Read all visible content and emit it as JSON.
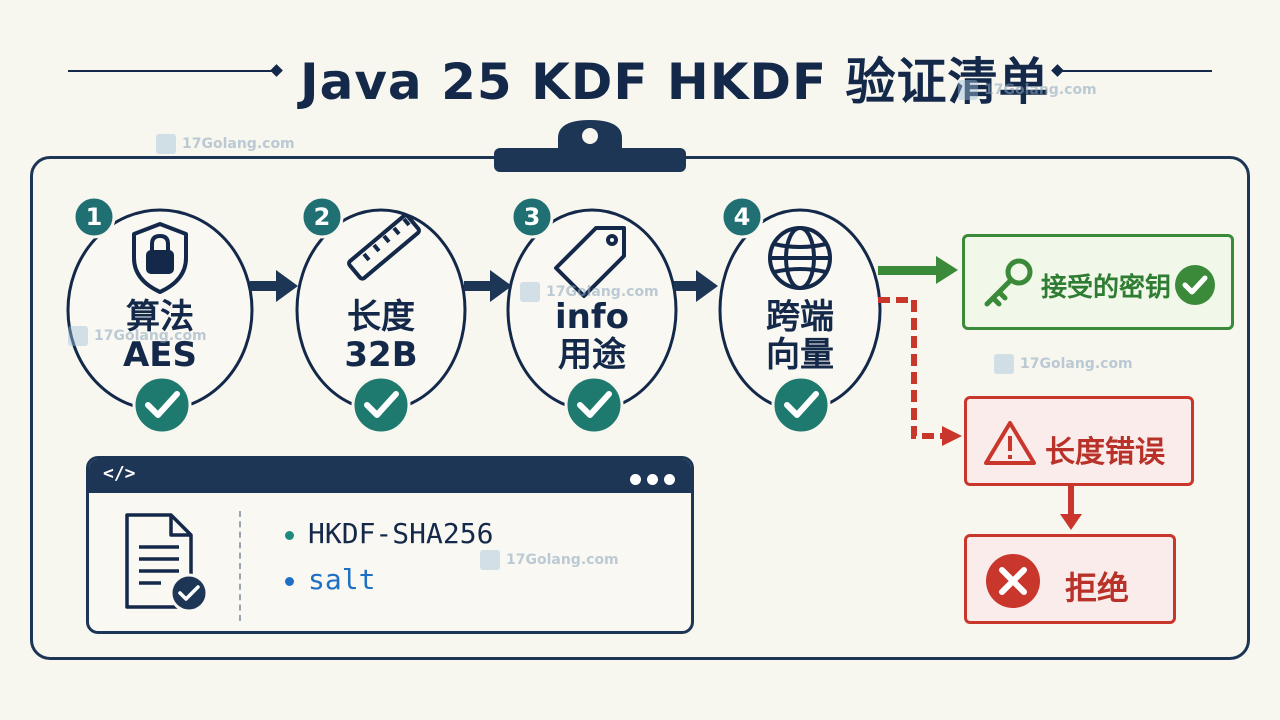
{
  "title": "Java 25 KDF HKDF 验证清单",
  "steps": [
    {
      "number": "1",
      "line1": "算法",
      "line2": "AES",
      "icon": "lock-shield-icon"
    },
    {
      "number": "2",
      "line1": "长度",
      "line2": "32B",
      "icon": "ruler-icon"
    },
    {
      "number": "3",
      "line1": "info",
      "line2": "用途",
      "icon": "tag-icon"
    },
    {
      "number": "4",
      "line1": "跨端",
      "line2": "向量",
      "icon": "globe-icon"
    }
  ],
  "outcomes": {
    "accepted": "接受的密钥",
    "length_error": "长度错误",
    "rejected": "拒绝"
  },
  "code_panel": {
    "tag": "</>",
    "items": [
      "HKDF-SHA256",
      "salt"
    ]
  },
  "watermark": "17Golang.com",
  "colors": {
    "navy": "#14294a",
    "teal": "#1f7a72",
    "green": "#3a8a3a",
    "red": "#c9372c",
    "background": "#f7f6ef"
  }
}
